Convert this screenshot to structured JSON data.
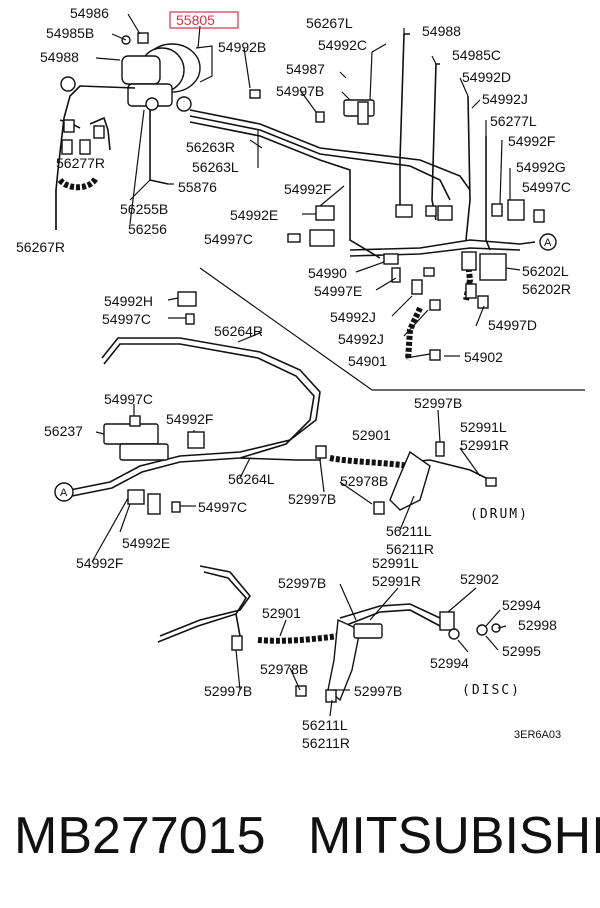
{
  "colors": {
    "highlight": "#d4344a",
    "ink": "#111111",
    "background": "#ffffff"
  },
  "highlighted_part": "55805",
  "labels": {
    "p54986": "54986",
    "p54985B": "54985B",
    "p54988a": "54988",
    "p55805": "55805",
    "p54992B": "54992B",
    "p56267L": "56267L",
    "p54988b": "54988",
    "p54992C": "54992C",
    "p54985C": "54985C",
    "p54987": "54987",
    "p54992D": "54992D",
    "p54997B": "54997B",
    "p54992Ja": "54992J",
    "p56263R": "56263R",
    "p56277L": "56277L",
    "p56263L": "56263L",
    "p54992F_a": "54992F",
    "p55876": "55876",
    "p56277R": "56277R",
    "p54992G": "54992G",
    "p54997C_a": "54997C",
    "p56255B": "56255B",
    "p54992F_b": "54992F",
    "p56256": "56256",
    "p54992E_a": "54992E",
    "p54997C_b": "54997C",
    "p56267R": "56267R",
    "p54990": "54990",
    "p56202L": "56202L",
    "p54997E": "54997E",
    "p56202R": "56202R",
    "p54992H": "54992H",
    "p54992Jb": "54992J",
    "p54997C_c": "54997C",
    "p54997D": "54997D",
    "p56264R": "56264R",
    "p54992Jc": "54992J",
    "p54901": "54901",
    "p54902": "54902",
    "p52997B_a": "52997B",
    "p54997C_d": "54997C",
    "p54992F_c": "54992F",
    "p56237": "56237",
    "p52901a": "52901",
    "p52991L_a": "52991L",
    "p52991R_a": "52991R",
    "p56264L": "56264L",
    "p52978B_a": "52978B",
    "p52997B_b": "52997B",
    "p54997C_e": "54997C",
    "drum": "(DRUM)",
    "p56211L_a": "56211L",
    "p56211R_a": "56211R",
    "p54992E_b": "54992E",
    "p54992F_d": "54992F",
    "p52991L_b": "52991L",
    "p52997B_c": "52997B",
    "p52991R_b": "52991R",
    "p52902": "52902",
    "p52994a": "52994",
    "p52901b": "52901",
    "p52998": "52998",
    "p52994b": "52994",
    "p52995": "52995",
    "p52978B_b": "52978B",
    "p52997B_d": "52997B",
    "p52997B_e": "52997B",
    "disc": "(DISC)",
    "p56211L_b": "56211L",
    "p56211R_b": "56211R",
    "code": "3ER6A03",
    "markerA1": "A",
    "markerA2": "A"
  },
  "footer": {
    "part_number": "MB277015",
    "brand": "MITSUBISHI"
  }
}
